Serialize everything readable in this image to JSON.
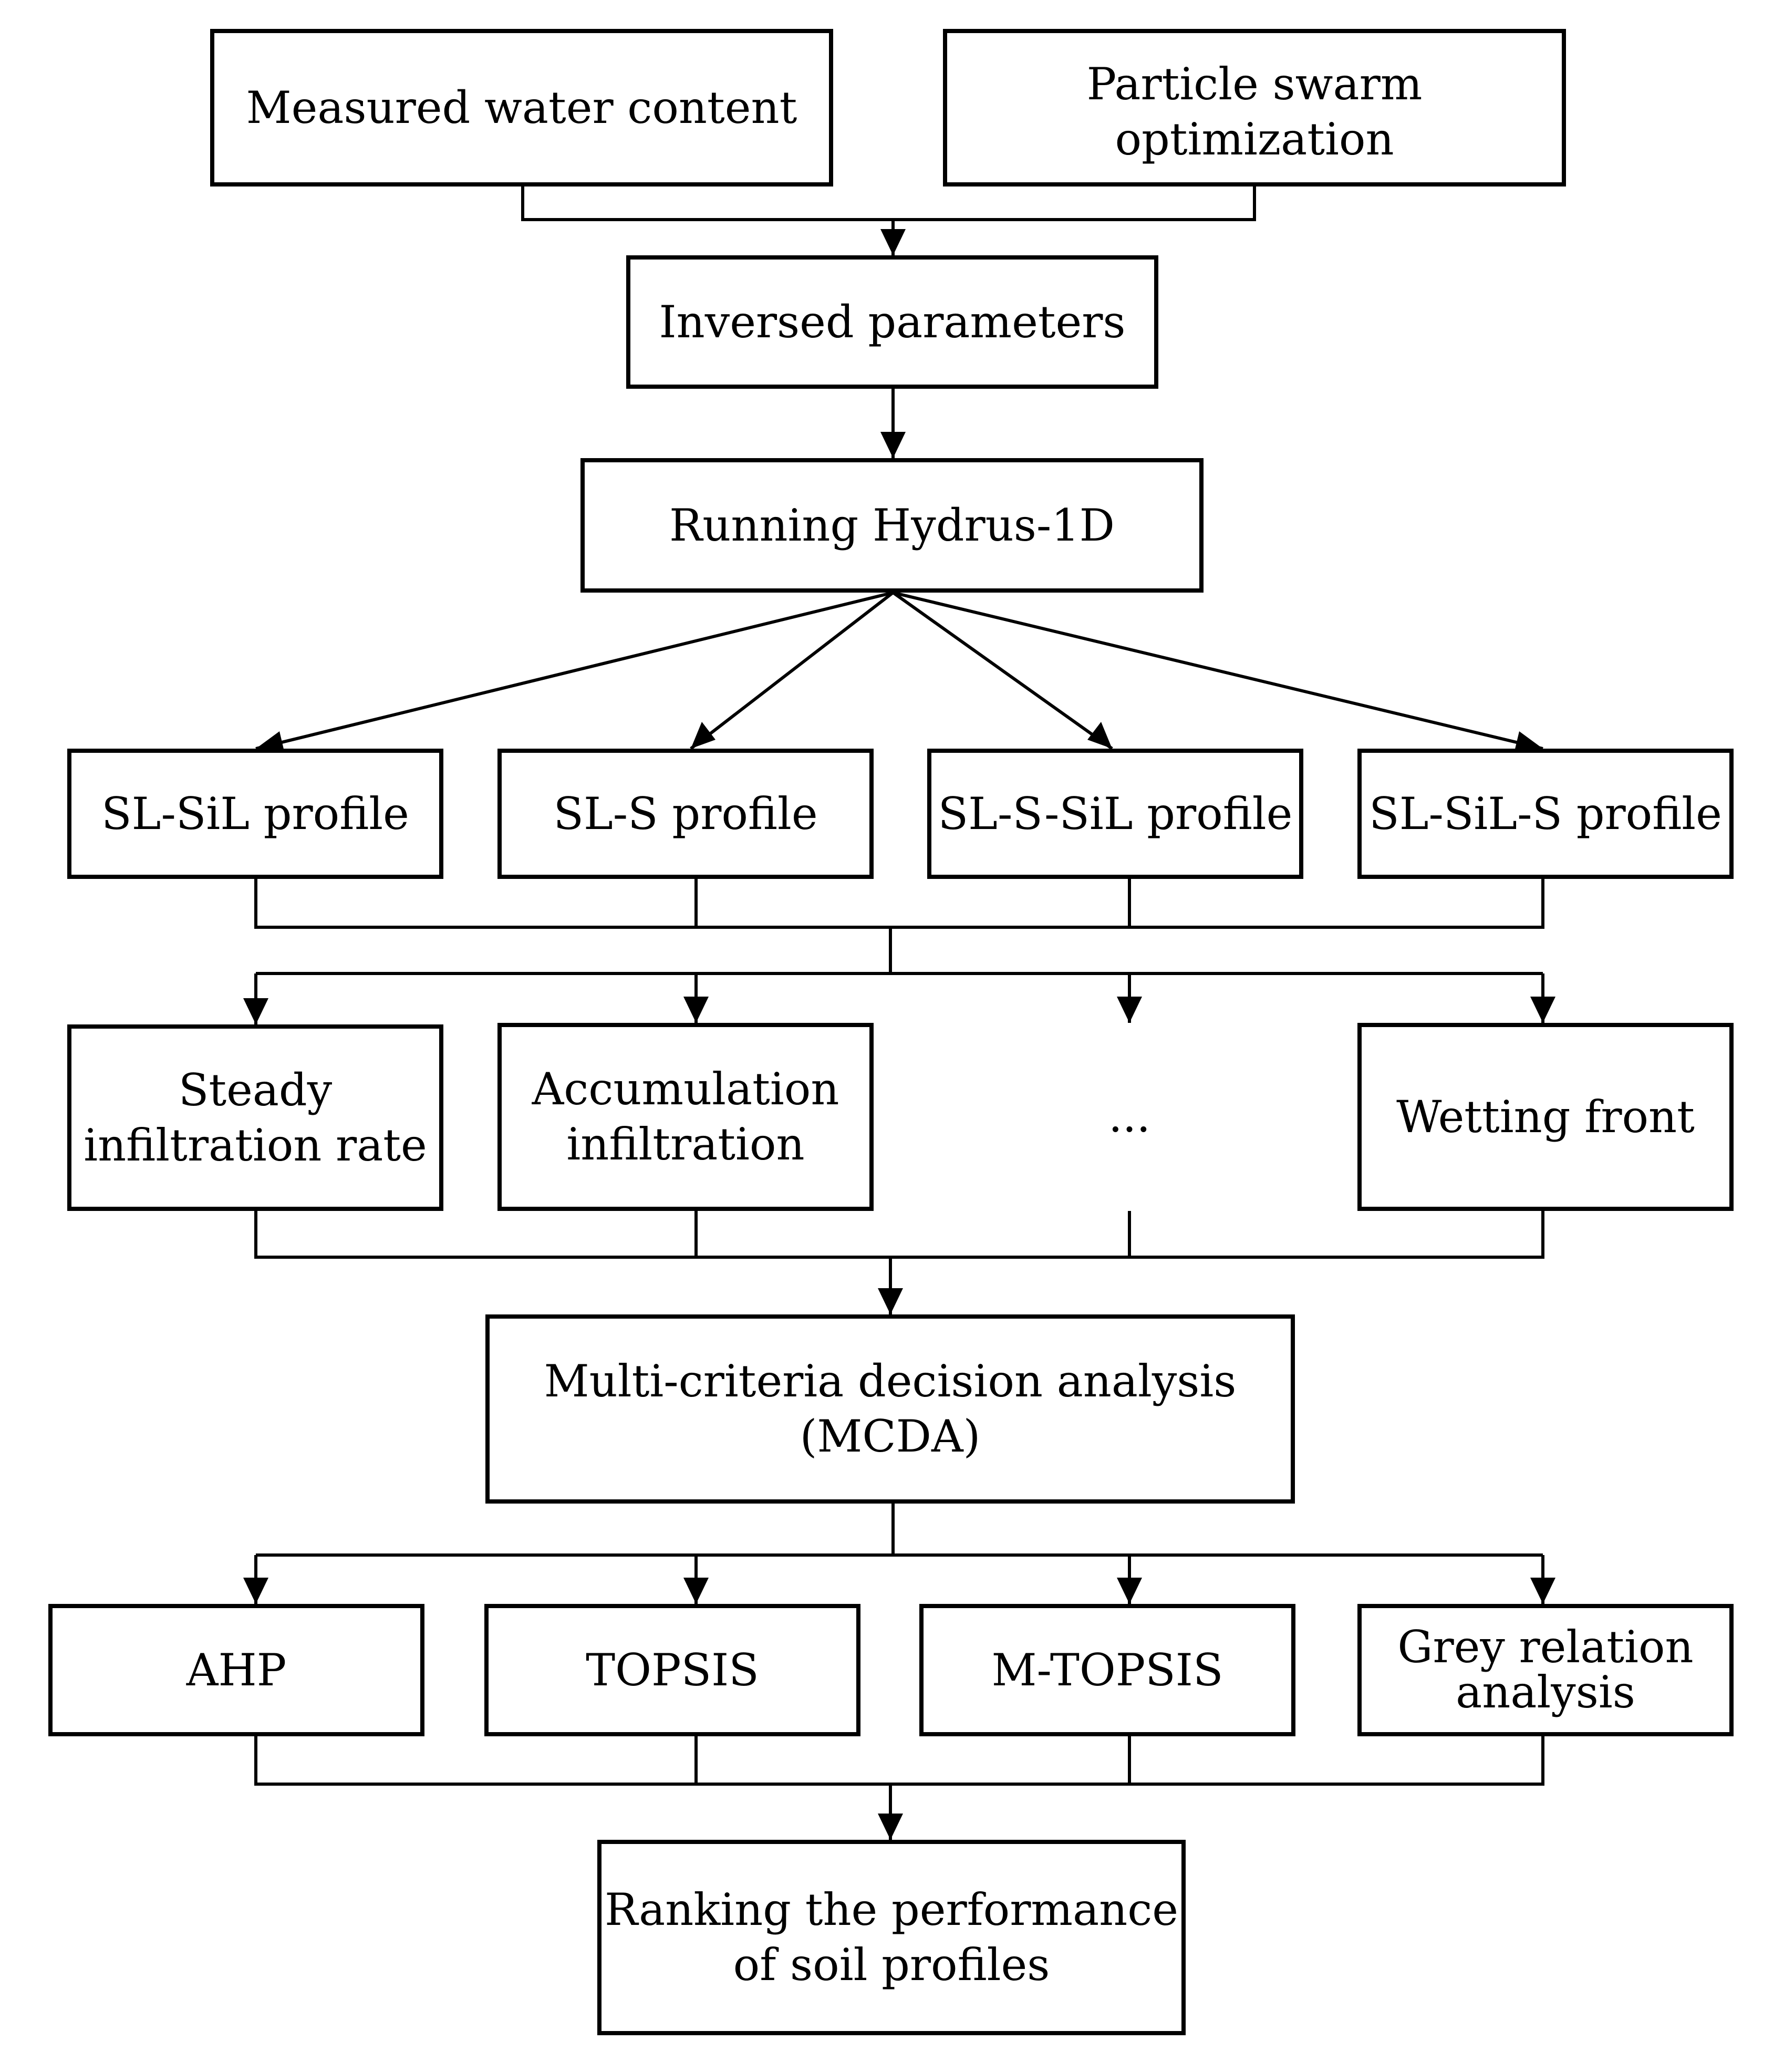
{
  "inputs": {
    "measured_water_content": "Measured water content",
    "particle_swarm_optimization": "Particle swarm optimization"
  },
  "inversed_parameters": "Inversed parameters",
  "running_hydrus": "Running Hydrus-1D",
  "profiles": [
    "SL-SiL profile",
    "SL-S profile",
    "SL-S-SiL profile",
    "SL-SiL-S profile"
  ],
  "indicators": {
    "steady": [
      "Steady",
      "infiltration rate"
    ],
    "accumulation": [
      "Accumulation",
      "infiltration"
    ],
    "ellipsis": "...",
    "wetting_front": "Wetting front"
  },
  "mcda": [
    "Multi-criteria decision analysis",
    "(MCDA)"
  ],
  "methods": {
    "ahp": "AHP",
    "topsis": "TOPSIS",
    "m_topsis": "M-TOPSIS",
    "grey": [
      "Grey relation",
      "analysis"
    ]
  },
  "ranking": [
    "Ranking the performance",
    "of soil profiles"
  ]
}
